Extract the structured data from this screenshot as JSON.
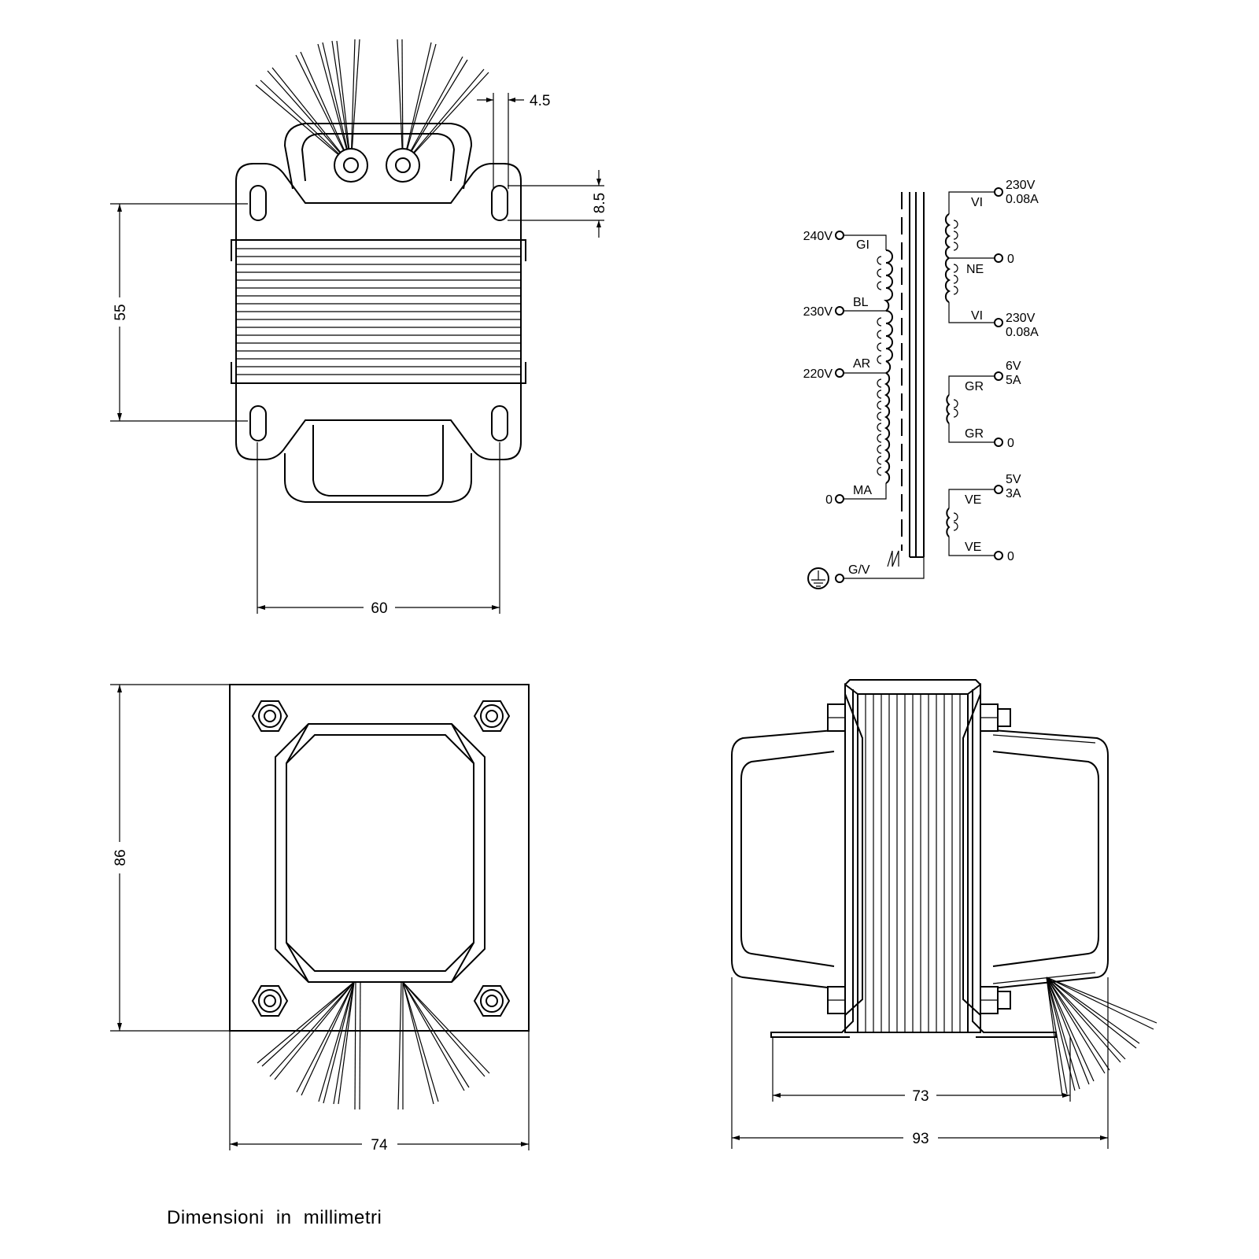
{
  "top_view": {
    "dim_width": "60",
    "dim_height": "55",
    "dim_slot_width": "4.5",
    "dim_slot_length": "8.5"
  },
  "front_view": {
    "dim_width": "74",
    "dim_height": "86"
  },
  "side_view": {
    "dim_mount": "73",
    "dim_overall": "93"
  },
  "schematic": {
    "primary": [
      {
        "voltage": "240V",
        "color": "GI"
      },
      {
        "voltage": "230V",
        "color": "BL"
      },
      {
        "voltage": "220V",
        "color": "AR"
      },
      {
        "voltage": "0",
        "color": "MA"
      }
    ],
    "ground": {
      "color": "G/V"
    },
    "secondary_hv": {
      "top_color": "VI",
      "top_v": "230V",
      "top_a": "0.08A",
      "center_color": "NE",
      "center_v": "0",
      "bottom_color": "VI",
      "bottom_v": "230V",
      "bottom_a": "0.08A"
    },
    "secondary_6v": {
      "top_color": "GR",
      "v": "6V",
      "a": "5A",
      "bottom_color": "GR",
      "bottom_v": "0"
    },
    "secondary_5v": {
      "top_color": "VE",
      "v": "5V",
      "a": "3A",
      "bottom_color": "VE",
      "bottom_v": "0"
    }
  },
  "footer": "Dimensioni in millimetri"
}
